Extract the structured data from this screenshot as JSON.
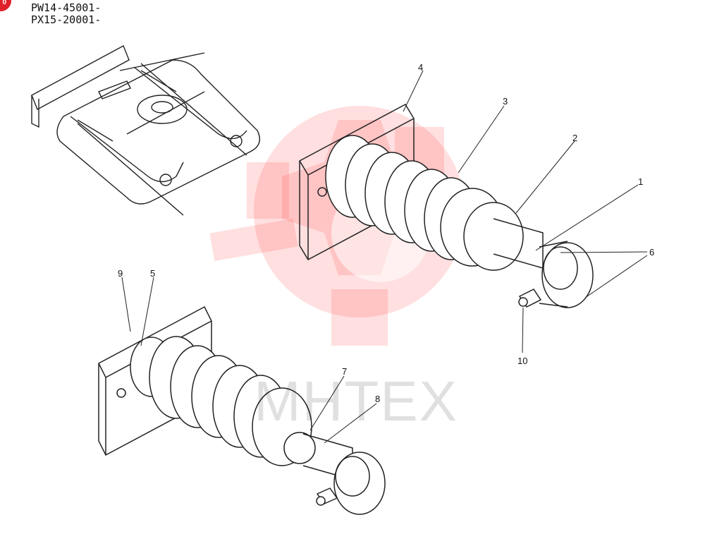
{
  "serial_ranges": [
    "PW14-45001-",
    "PX15-20001-"
  ],
  "corner_badge": "0",
  "watermark": {
    "text": "MHTEX",
    "color": "#ff3b3b"
  },
  "callouts": [
    "1",
    "2",
    "3",
    "4",
    "5",
    "6",
    "7",
    "8",
    "9",
    "10"
  ]
}
